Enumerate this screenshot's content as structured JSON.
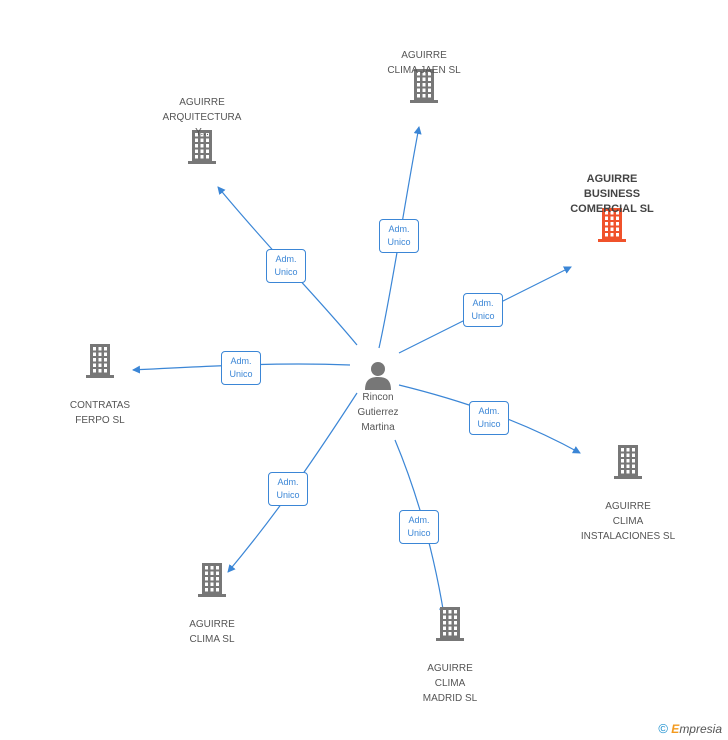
{
  "center": {
    "name": "Rincon\nGutierrez\nMartina",
    "icon": "person-icon"
  },
  "companies": [
    {
      "id": "jaen",
      "name": "AGUIRRE\nCLIMA JAEN SL",
      "icon": "building-icon",
      "highlight": false
    },
    {
      "id": "arquitectura",
      "name": "AGUIRRE\nARQUITECTURA\nY...",
      "icon": "building-icon",
      "highlight": false
    },
    {
      "id": "business",
      "name": "AGUIRRE\nBUSINESS\nCOMERCIAL SL",
      "icon": "building-icon",
      "highlight": true
    },
    {
      "id": "contratas",
      "name": "CONTRATAS\nFERPO SL",
      "icon": "building-icon",
      "highlight": false
    },
    {
      "id": "instalaciones",
      "name": "AGUIRRE\nCLIMA\nINSTALACIONES SL",
      "icon": "building-icon",
      "highlight": false
    },
    {
      "id": "clima",
      "name": "AGUIRRE\nCLIMA SL",
      "icon": "building-icon",
      "highlight": false
    },
    {
      "id": "madrid",
      "name": "AGUIRRE\nCLIMA\nMADRID SL",
      "icon": "building-icon",
      "highlight": false
    }
  ],
  "relations": [
    {
      "to": "jaen",
      "label": "Adm.\nUnico"
    },
    {
      "to": "arquitectura",
      "label": "Adm.\nUnico"
    },
    {
      "to": "business",
      "label": "Adm.\nUnico"
    },
    {
      "to": "contratas",
      "label": "Adm.\nUnico"
    },
    {
      "to": "instalaciones",
      "label": "Adm.\nUnico"
    },
    {
      "to": "clima",
      "label": "Adm.\nUnico"
    },
    {
      "to": "madrid",
      "label": "Adm.\nUnico"
    }
  ],
  "colors": {
    "edge": "#3b86d6",
    "building": "#777777",
    "building_highlight": "#f0522b",
    "person": "#777777"
  },
  "footer": {
    "copyright": "©",
    "brand_initial": "E",
    "brand_rest": "mpresia"
  }
}
